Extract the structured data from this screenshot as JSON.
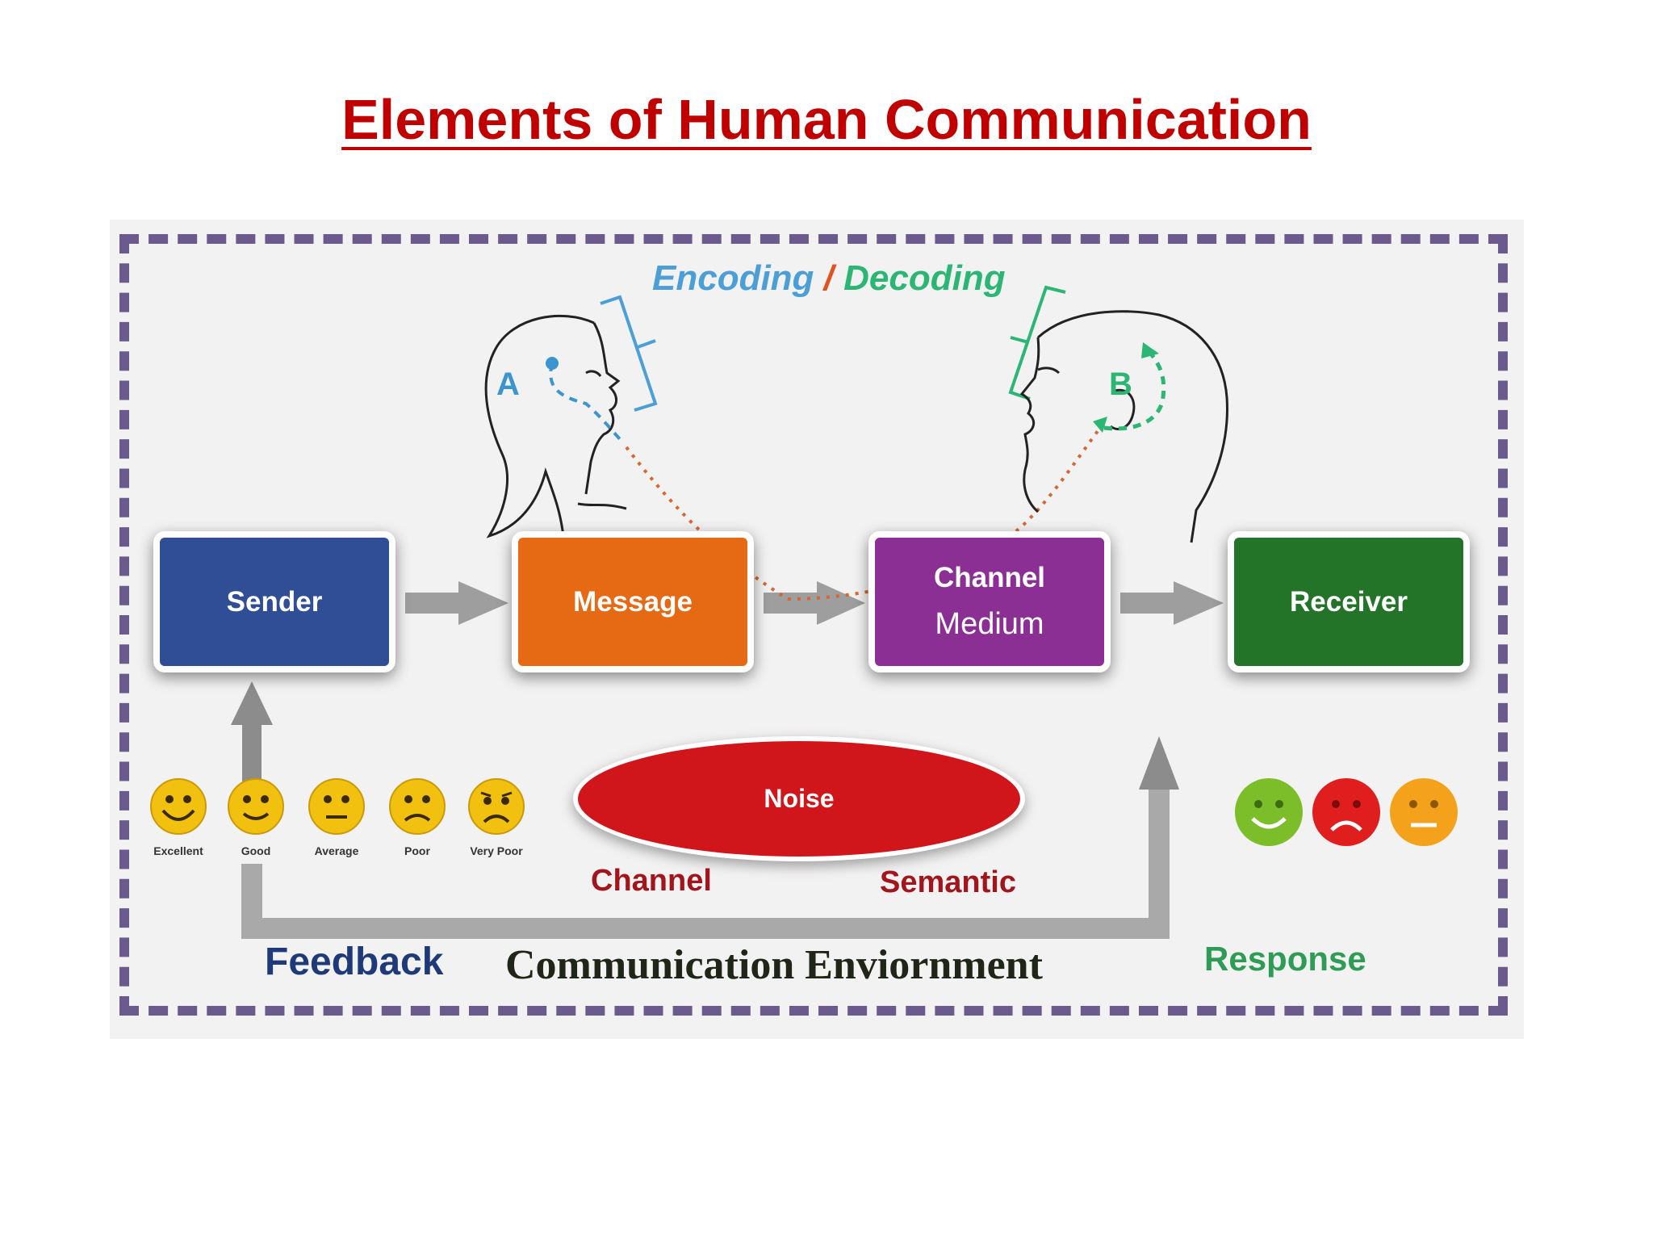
{
  "title": "Elements of Human Communication",
  "encoding_label": "Encoding",
  "slash": "/",
  "decoding_label": "Decoding",
  "sender_point": "A",
  "receiver_point": "B",
  "boxes": {
    "sender": "Sender",
    "message": "Message",
    "channel": "Channel",
    "medium": "Medium",
    "receiver": "Receiver"
  },
  "noise": {
    "label": "Noise",
    "types": [
      "Channel",
      "Semantic"
    ]
  },
  "feedback_label": "Feedback",
  "environment_label": "Communication Enviornment",
  "response_label": "Response",
  "rating_faces": [
    {
      "label": "Excellent",
      "icon": "big-smile-face-icon",
      "color": "#f2c10f"
    },
    {
      "label": "Good",
      "icon": "smile-face-icon",
      "color": "#f2c10f"
    },
    {
      "label": "Average",
      "icon": "neutral-face-icon",
      "color": "#f2c10f"
    },
    {
      "label": "Poor",
      "icon": "sad-face-icon",
      "color": "#f2c10f"
    },
    {
      "label": "Very Poor",
      "icon": "very-sad-face-icon",
      "color": "#f2c10f"
    }
  ],
  "response_faces": [
    {
      "icon": "happy-face-icon",
      "color": "#7cbd2a"
    },
    {
      "icon": "sad-face-icon",
      "color": "#e01e1e"
    },
    {
      "icon": "neutral-face-icon",
      "color": "#f4a21c"
    }
  ],
  "colors": {
    "title": "#c00000",
    "sender": "#2f4e95",
    "message": "#e66914",
    "channel": "#8b2f95",
    "receiver": "#237329",
    "noise": "#d0151b",
    "border": "#6b5a8e",
    "arrow": "#8c8c8c"
  }
}
